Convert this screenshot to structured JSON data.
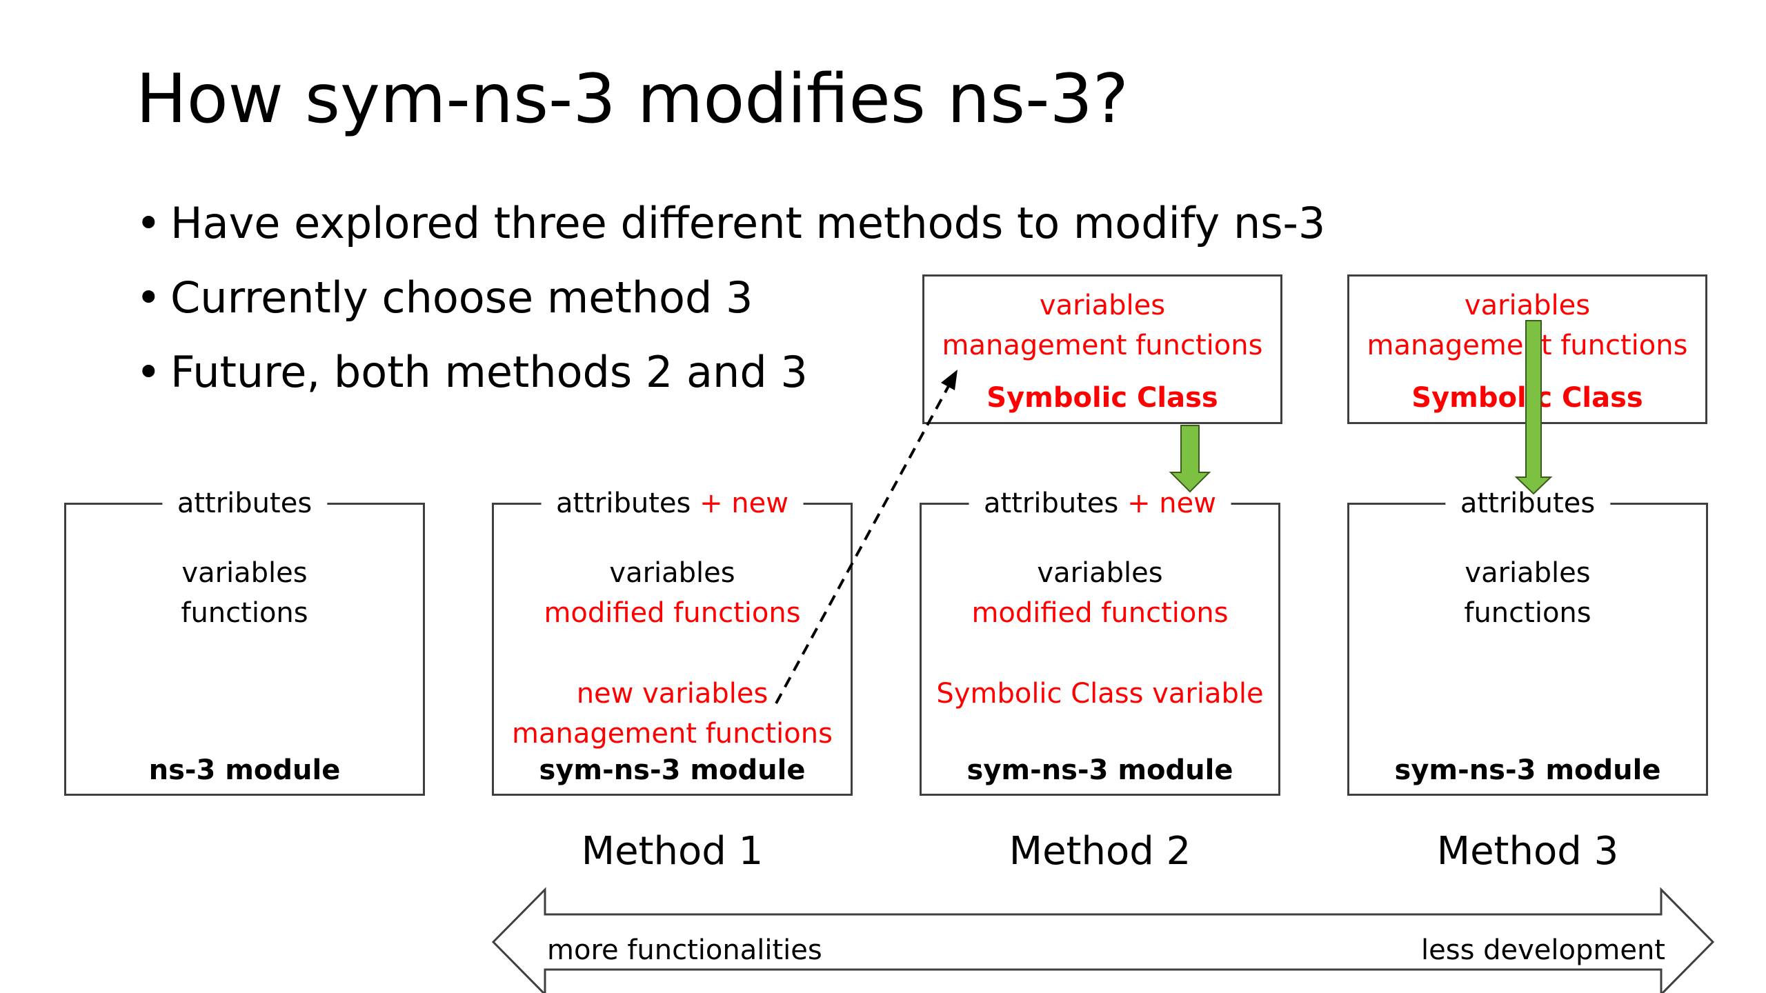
{
  "title": "How sym-ns-3 modifies ns-3?",
  "bullets": [
    "Have explored three different methods to modify ns-3",
    "Currently choose method 3",
    "Future, both methods 2 and 3"
  ],
  "symbolic_boxes": {
    "line1": "variables",
    "line2": "management functions",
    "line3": "Symbolic Class"
  },
  "modules": {
    "ns3": {
      "legend": "attributes",
      "variables": "variables",
      "functions": "functions",
      "footer": "ns-3 module"
    },
    "method1": {
      "legend": "attributes",
      "legend_extra": "+ new",
      "variables": "variables",
      "functions": "modified functions",
      "new_variables": "new variables",
      "management_functions": "management functions",
      "footer": "sym-ns-3 module"
    },
    "method2": {
      "legend": "attributes",
      "legend_extra": "+ new",
      "variables": "variables",
      "functions": "modified functions",
      "symbolic_variable": "Symbolic Class variable",
      "footer": "sym-ns-3 module"
    },
    "method3": {
      "legend": "attributes",
      "variables": "variables",
      "functions": "functions",
      "footer": "sym-ns-3 module"
    }
  },
  "method_labels": [
    "Method 1",
    "Method 2",
    "Method 3"
  ],
  "double_arrow": {
    "left_text": "more functionalities",
    "right_text": "less development"
  },
  "colors": {
    "accent_red": "#ff0000",
    "arrow_green": "#7dc142",
    "border": "#3f3f3f"
  }
}
